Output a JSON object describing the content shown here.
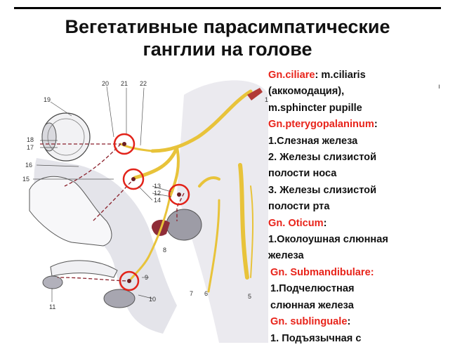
{
  "page": {
    "title_line1": "Вегетативные парасимпатические",
    "title_line2": "ганглии на голове"
  },
  "legend": {
    "ciliare_name": "Gn.ciliare",
    "ciliare_text1": ": m.ciliaris",
    "ciliare_text2": "(аккомодация),",
    "ciliare_text3": "m.sphincter pupille",
    "ptery_name": "Gn.pterygopalaninum",
    "ptery_colon": ":",
    "ptery_item1": "1.Слезная железа",
    "ptery_item2a": "2. Железы слизистой",
    "ptery_item2b": "полости носа",
    "ptery_item3a": "3. Железы слизистой",
    "ptery_item3b": "полости рта",
    "oticum_name": "Gn. Oticum",
    "oticum_colon": ":",
    "oticum_item1a": "1.Околоушная слюнная",
    "oticum_item1b": "железа",
    "submand_name": "Gn. Submandibulare:",
    "submand_item1a": "1.Подчелюстная",
    "submand_item1b": "слюнная железа",
    "subling_name": "Gn. sublinguale",
    "subling_colon": ":",
    "subling_item1": "1. Подъязычная с"
  },
  "diagram_labels": {
    "n19": "19",
    "n20": "20",
    "n21": "21",
    "n22": "22",
    "n18": "18",
    "n17": "17",
    "n16": "16",
    "n15": "15",
    "n14": "14",
    "n13": "13",
    "n12": "12",
    "n11": "11",
    "n10": "10",
    "n9": "9",
    "n8": "8",
    "n7": "7",
    "n6": "6",
    "n5": "5",
    "n1": "1"
  },
  "stray_mark": "ı",
  "colors": {
    "nerve": "#e8c33a",
    "circle": "#e2231a",
    "legend_accent": "#e8241b",
    "dashed": "#8a1f2a"
  }
}
